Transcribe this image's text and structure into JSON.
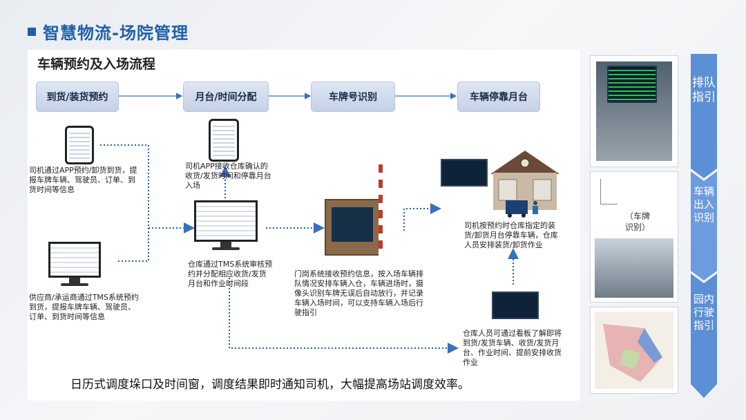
{
  "header": {
    "title": "智慧物流-场院管理"
  },
  "panel": {
    "title": "车辆预约及入场流程"
  },
  "steps": [
    "到货/装货预约",
    "月台/时间分配",
    "车牌号识别",
    "车辆停靠月台"
  ],
  "texts": {
    "driver_app": "司机通过APP预约/卸货到货，提报车牌车辆、驾驶员、订单、到货时间等信息",
    "app_receive": "司机APP接收仓库确认的收货/发货时间和停靠月台入场",
    "supplier_tms": "供应商/承运商通过TMS系统预约到货，提报车牌车辆、驾驶员、订单、到货时间等信息",
    "warehouse_tms": "仓库通过TMS系统审核预约并分配相应收货/发货月台和作业时间段",
    "gate": "门岗系统接收预约信息，按入场车辆排队情况安排车辆入仓，车辆进场时，摄像头识别车牌无误后自动放行，并记录车辆入场时间，可以支持车辆入场后行驶指引",
    "dock": "司机按预约时仓库指定的装货/卸货月台停靠车辆，仓库人员安排装货/卸货作业",
    "board": "仓库人员可通过看板了解即将到货/发货车辆、收货/发货月台、作业时间、提前安排收货作业"
  },
  "bottom_caption": "日历式调度垛口及时间窗，调度结果即时通知司机，大幅提高场站调度效率。",
  "side": {
    "plate_label": "（车牌\n识别）",
    "labels": [
      "排队指引",
      "车辆出入识别",
      "园内行驶指引"
    ]
  },
  "colors": {
    "accent": "#1f5fa8",
    "side_bar": "#5b8fd6",
    "step_bg": "#cdd8ea"
  }
}
